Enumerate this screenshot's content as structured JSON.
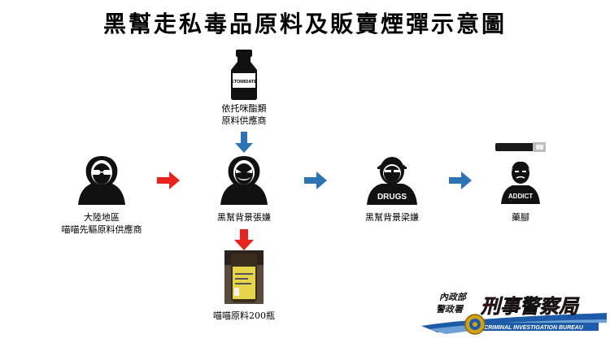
{
  "title": "黑幫走私毒品原料及販賣煙彈示意圖",
  "supplier": {
    "lines": [
      "依托咪酯類",
      "原料供應商"
    ],
    "bottle_label": "ETOMIDATE"
  },
  "mainland": {
    "lines": [
      "大陸地區",
      "喵喵先驅原料供應商"
    ]
  },
  "zhang": {
    "lines": [
      "黑幫背景張嫌"
    ]
  },
  "liang": {
    "lines": [
      "黑幫背景梁嫌"
    ],
    "shirt_text": "DRUGS"
  },
  "addict": {
    "lines": [
      "藥腳"
    ],
    "shirt_text": "ADDICT"
  },
  "raw_material": {
    "lines": [
      "喵喵原料200瓶"
    ]
  },
  "colors": {
    "red_arrow": "#e8231e",
    "blue_arrow": "#2e74b5",
    "logo_red": "#c0141a",
    "logo_blue": "#1d5aa8"
  },
  "logo": {
    "org_line1": "內政部",
    "org_line2": "警政署",
    "name": "刑事警察局",
    "english": "CRIMINAL INVESTIGATION BUREAU"
  }
}
